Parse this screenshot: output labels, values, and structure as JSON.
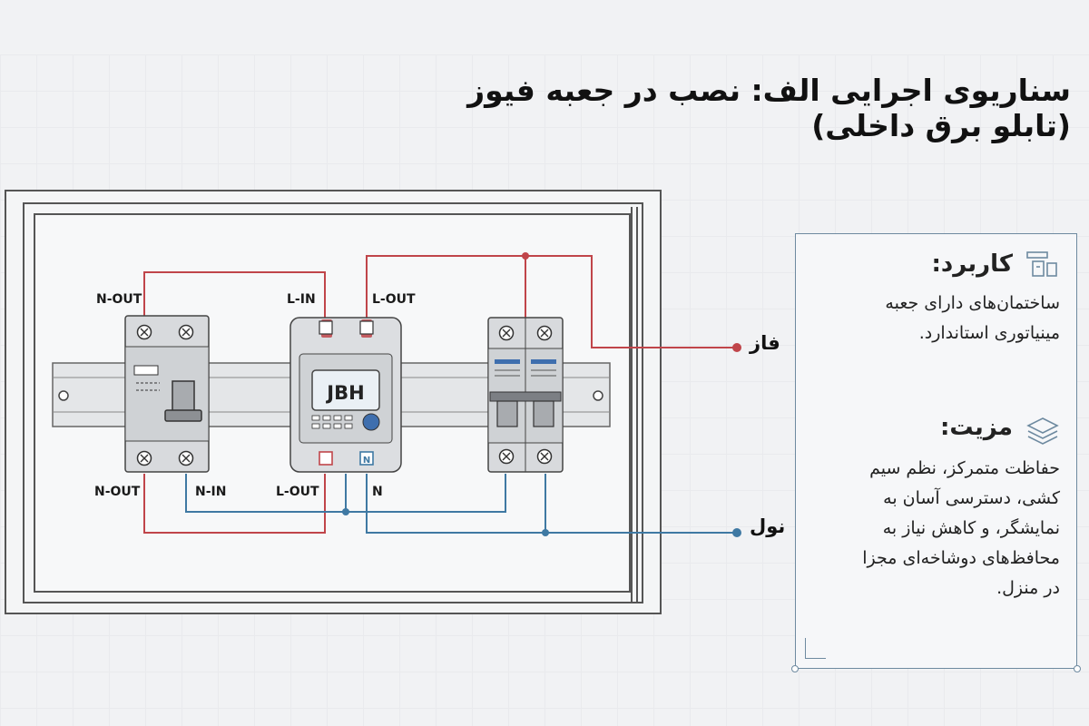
{
  "title": "سناریوی اجرایی الف: نصب در جعبه فیوز (تابلو برق داخلی)",
  "labels": {
    "n_out_top": "N-OUT",
    "l_in": "L-IN",
    "l_out_top": "L-OUT",
    "n_out_bottom": "N-OUT",
    "n_in": "N-IN",
    "l_out_bottom": "L-OUT",
    "n": "N",
    "meter_brand": "JBH",
    "phase": "فاز",
    "neutral": "نول"
  },
  "sidebar": {
    "usage_title": "کاربرد:",
    "usage_text": "ساختمان‌های دارای جعبه\nمینیاتوری استاندارد.",
    "benefit_title": "مزیت:",
    "benefit_text": "حفاظت متمرکز، نظم سیم\nکشی، دسترسی آسان به\nنمایشگر، و کاهش نیاز به\nمحافظ‌های دوشاخه‌ای مجزا\nدر منزل."
  },
  "colors": {
    "phase_wire": "#c0454a",
    "neutral_wire": "#3f79a3",
    "frame": "#5a5a5a",
    "accent": "#6e8aa0"
  }
}
